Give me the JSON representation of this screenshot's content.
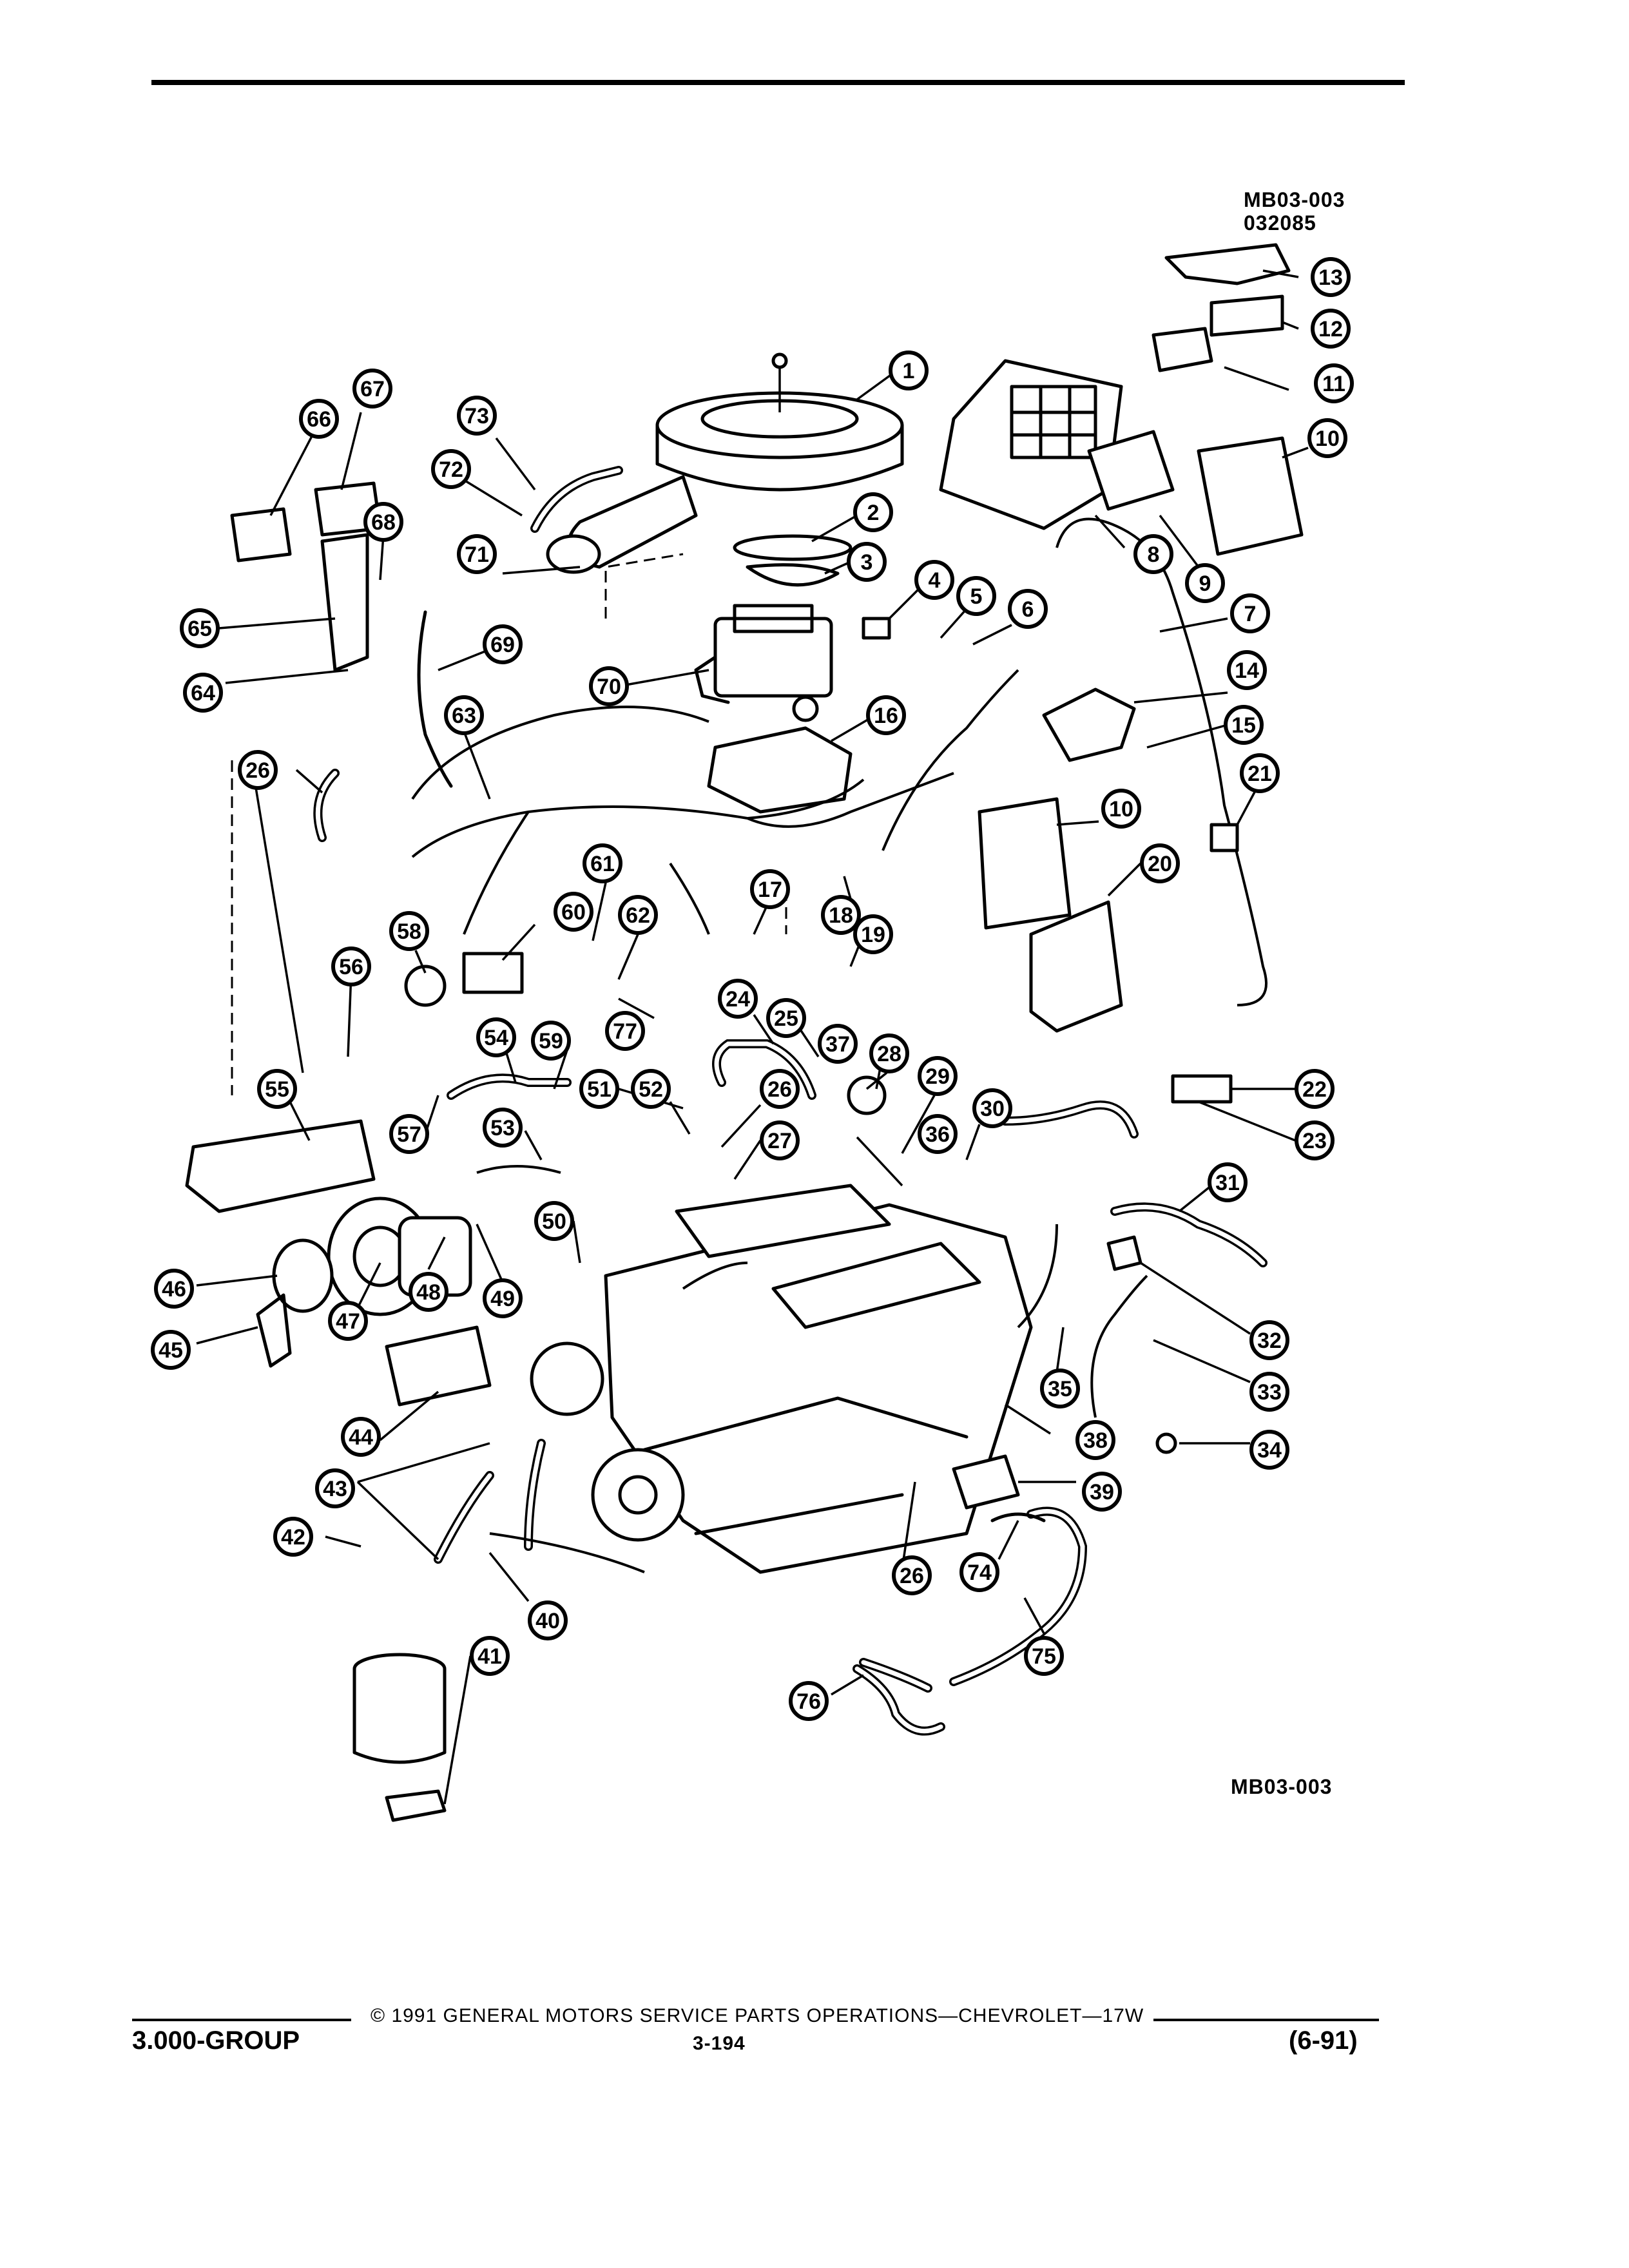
{
  "header": {
    "ref_code": "MB03-003",
    "date_code": "032085"
  },
  "figure": {
    "ref_code": "MB03-003",
    "callouts": [
      {
        "n": "1"
      },
      {
        "n": "2"
      },
      {
        "n": "3"
      },
      {
        "n": "4"
      },
      {
        "n": "5"
      },
      {
        "n": "6"
      },
      {
        "n": "7"
      },
      {
        "n": "8"
      },
      {
        "n": "9"
      },
      {
        "n": "10"
      },
      {
        "n": "10"
      },
      {
        "n": "11"
      },
      {
        "n": "12"
      },
      {
        "n": "13"
      },
      {
        "n": "14"
      },
      {
        "n": "15"
      },
      {
        "n": "16"
      },
      {
        "n": "17"
      },
      {
        "n": "18"
      },
      {
        "n": "19"
      },
      {
        "n": "20"
      },
      {
        "n": "21"
      },
      {
        "n": "22"
      },
      {
        "n": "23"
      },
      {
        "n": "24"
      },
      {
        "n": "25"
      },
      {
        "n": "26"
      },
      {
        "n": "26"
      },
      {
        "n": "26"
      },
      {
        "n": "27"
      },
      {
        "n": "28"
      },
      {
        "n": "29"
      },
      {
        "n": "30"
      },
      {
        "n": "31"
      },
      {
        "n": "32"
      },
      {
        "n": "33"
      },
      {
        "n": "34"
      },
      {
        "n": "35"
      },
      {
        "n": "36"
      },
      {
        "n": "37"
      },
      {
        "n": "38"
      },
      {
        "n": "39"
      },
      {
        "n": "40"
      },
      {
        "n": "41"
      },
      {
        "n": "42"
      },
      {
        "n": "43"
      },
      {
        "n": "44"
      },
      {
        "n": "45"
      },
      {
        "n": "46"
      },
      {
        "n": "47"
      },
      {
        "n": "48"
      },
      {
        "n": "49"
      },
      {
        "n": "50"
      },
      {
        "n": "51"
      },
      {
        "n": "52"
      },
      {
        "n": "53"
      },
      {
        "n": "54"
      },
      {
        "n": "55"
      },
      {
        "n": "56"
      },
      {
        "n": "57"
      },
      {
        "n": "58"
      },
      {
        "n": "59"
      },
      {
        "n": "60"
      },
      {
        "n": "61"
      },
      {
        "n": "62"
      },
      {
        "n": "63"
      },
      {
        "n": "64"
      },
      {
        "n": "65"
      },
      {
        "n": "66"
      },
      {
        "n": "67"
      },
      {
        "n": "68"
      },
      {
        "n": "69"
      },
      {
        "n": "70"
      },
      {
        "n": "71"
      },
      {
        "n": "72"
      },
      {
        "n": "73"
      },
      {
        "n": "74"
      },
      {
        "n": "75"
      },
      {
        "n": "76"
      },
      {
        "n": "77"
      }
    ]
  },
  "footer": {
    "copyright": "© 1991 GENERAL MOTORS SERVICE PARTS OPERATIONS—CHEVROLET—17W",
    "group": "3.000-GROUP",
    "page_number": "3-194",
    "revision": "(6-91)"
  }
}
